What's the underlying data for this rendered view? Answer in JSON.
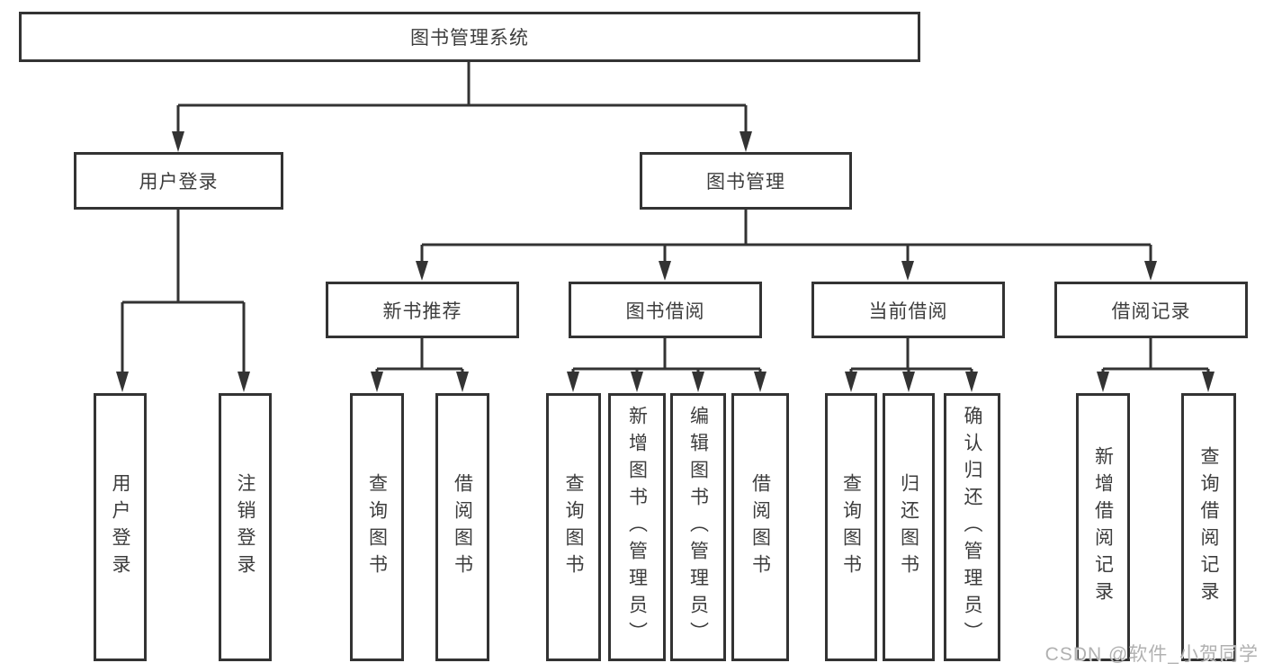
{
  "tree": {
    "label": "图书管理系统",
    "children": [
      {
        "label": "用户登录",
        "children": [
          {
            "label": "用户登录"
          },
          {
            "label": "注销登录"
          }
        ]
      },
      {
        "label": "图书管理",
        "children": [
          {
            "label": "新书推荐",
            "children": [
              {
                "label": "查询图书"
              },
              {
                "label": "借阅图书"
              }
            ]
          },
          {
            "label": "图书借阅",
            "children": [
              {
                "label": "查询图书"
              },
              {
                "label": "新增图书（管理员）"
              },
              {
                "label": "编辑图书（管理员）"
              },
              {
                "label": "借阅图书"
              }
            ]
          },
          {
            "label": "当前借阅",
            "children": [
              {
                "label": "查询图书"
              },
              {
                "label": "归还图书"
              },
              {
                "label": "确认归还（管理员）"
              }
            ]
          },
          {
            "label": "借阅记录",
            "children": [
              {
                "label": "新增借阅记录"
              },
              {
                "label": "查询借阅记录"
              }
            ]
          }
        ]
      }
    ]
  },
  "colors": {
    "line": "#333333",
    "text": "#3d3d3d",
    "watermark": "#aaaaaa"
  },
  "watermark": "CSDN @软件_小贺同学"
}
